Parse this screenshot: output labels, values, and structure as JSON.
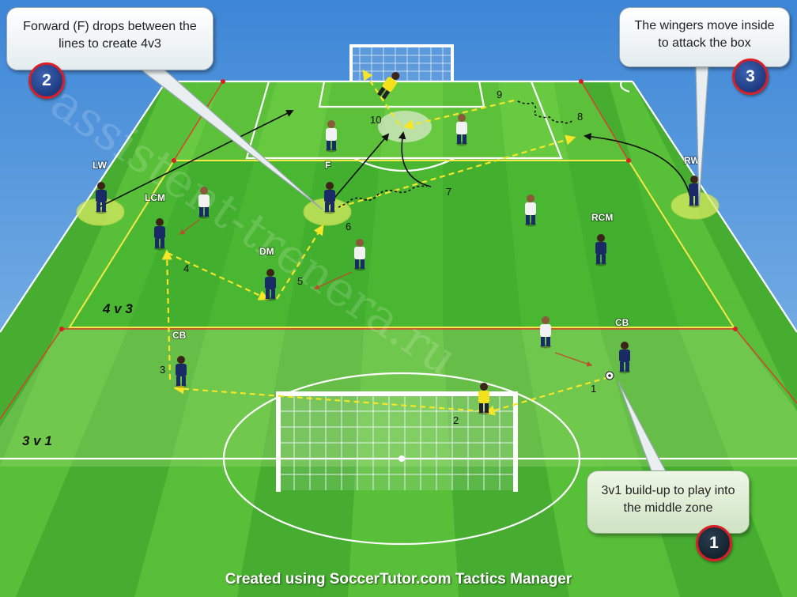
{
  "callouts": {
    "top_left": "Forward (F) drops between the lines to create 4v3",
    "top_right": "The wingers move inside to attack the box",
    "bottom_right": "3v1 build-up to play into the middle zone"
  },
  "badges": {
    "one": "1",
    "two": "2",
    "three": "3"
  },
  "zones": {
    "middle": "4 v 3",
    "back": "3 v 1"
  },
  "footer": "Created using SoccerTutor.com Tactics Manager",
  "watermark": "assistent-trenera.ru",
  "players": {
    "lw": "LW",
    "lcm": "LCM",
    "f": "F",
    "dm": "DM",
    "rcm": "RCM",
    "rw": "RW",
    "cb_left": "CB",
    "cb_right": "CB"
  },
  "pass_numbers": [
    "1",
    "2",
    "3",
    "4",
    "5",
    "6",
    "7",
    "8",
    "9",
    "10"
  ],
  "colors": {
    "team_blue": "#1a2a66",
    "opponent_white": "#f2f2f2",
    "goalkeeper_yellow": "#f3e21b",
    "pass_arrow": "#f5e62a",
    "pitch_light": "#5ec43a",
    "pitch_dark": "#3fa52b",
    "badge_border": "#d81e26"
  }
}
